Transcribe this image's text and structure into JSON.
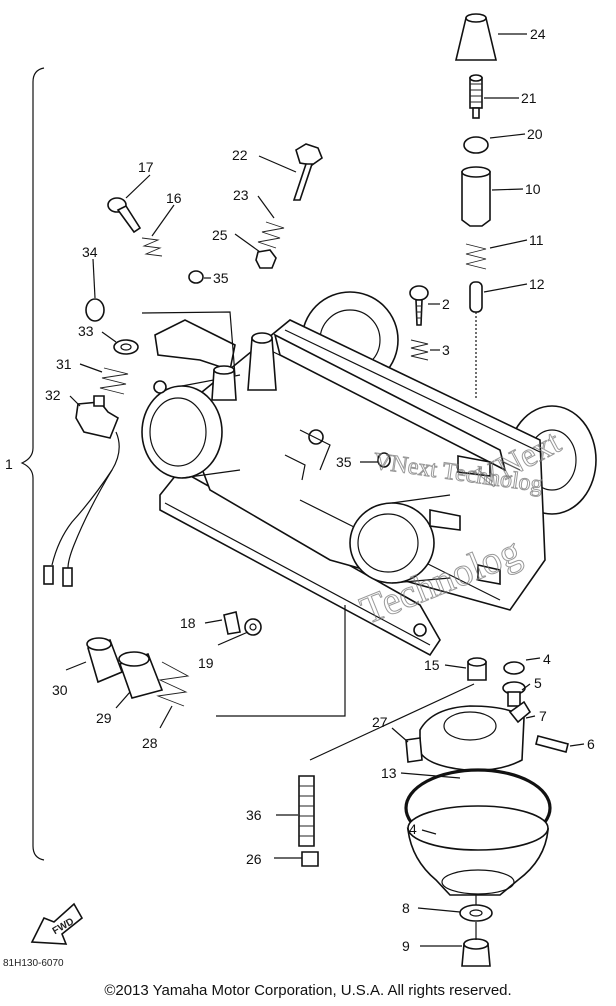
{
  "diagram": {
    "callouts": [
      {
        "id": "24",
        "text": "24"
      },
      {
        "id": "21",
        "text": "21"
      },
      {
        "id": "20",
        "text": "20"
      },
      {
        "id": "10",
        "text": "10"
      },
      {
        "id": "11",
        "text": "11"
      },
      {
        "id": "12",
        "text": "12"
      },
      {
        "id": "2",
        "text": "2"
      },
      {
        "id": "3",
        "text": "3"
      },
      {
        "id": "22",
        "text": "22"
      },
      {
        "id": "23",
        "text": "23"
      },
      {
        "id": "25",
        "text": "25"
      },
      {
        "id": "17",
        "text": "17"
      },
      {
        "id": "16",
        "text": "16"
      },
      {
        "id": "34",
        "text": "34"
      },
      {
        "id": "35a",
        "text": "35"
      },
      {
        "id": "33",
        "text": "33"
      },
      {
        "id": "31",
        "text": "31"
      },
      {
        "id": "32",
        "text": "32"
      },
      {
        "id": "1",
        "text": "1"
      },
      {
        "id": "35b",
        "text": "35"
      },
      {
        "id": "18",
        "text": "18"
      },
      {
        "id": "19",
        "text": "19"
      },
      {
        "id": "30",
        "text": "30"
      },
      {
        "id": "29",
        "text": "29"
      },
      {
        "id": "28",
        "text": "28"
      },
      {
        "id": "15",
        "text": "15"
      },
      {
        "id": "4a",
        "text": "4"
      },
      {
        "id": "5",
        "text": "5"
      },
      {
        "id": "7",
        "text": "7"
      },
      {
        "id": "6",
        "text": "6"
      },
      {
        "id": "27",
        "text": "27"
      },
      {
        "id": "13",
        "text": "13"
      },
      {
        "id": "36",
        "text": "36"
      },
      {
        "id": "4b",
        "text": "4"
      },
      {
        "id": "26",
        "text": "26"
      },
      {
        "id": "8",
        "text": "8"
      },
      {
        "id": "9",
        "text": "9"
      }
    ],
    "fwd_label": "FWD",
    "figure_code": "81H130-6070",
    "watermark_lines": [
      "VNext",
      "VNext Technolog",
      "Technolog"
    ]
  },
  "footer": {
    "copyright": "©2013 Yamaha Motor Corporation, U.S.A. All rights reserved."
  }
}
